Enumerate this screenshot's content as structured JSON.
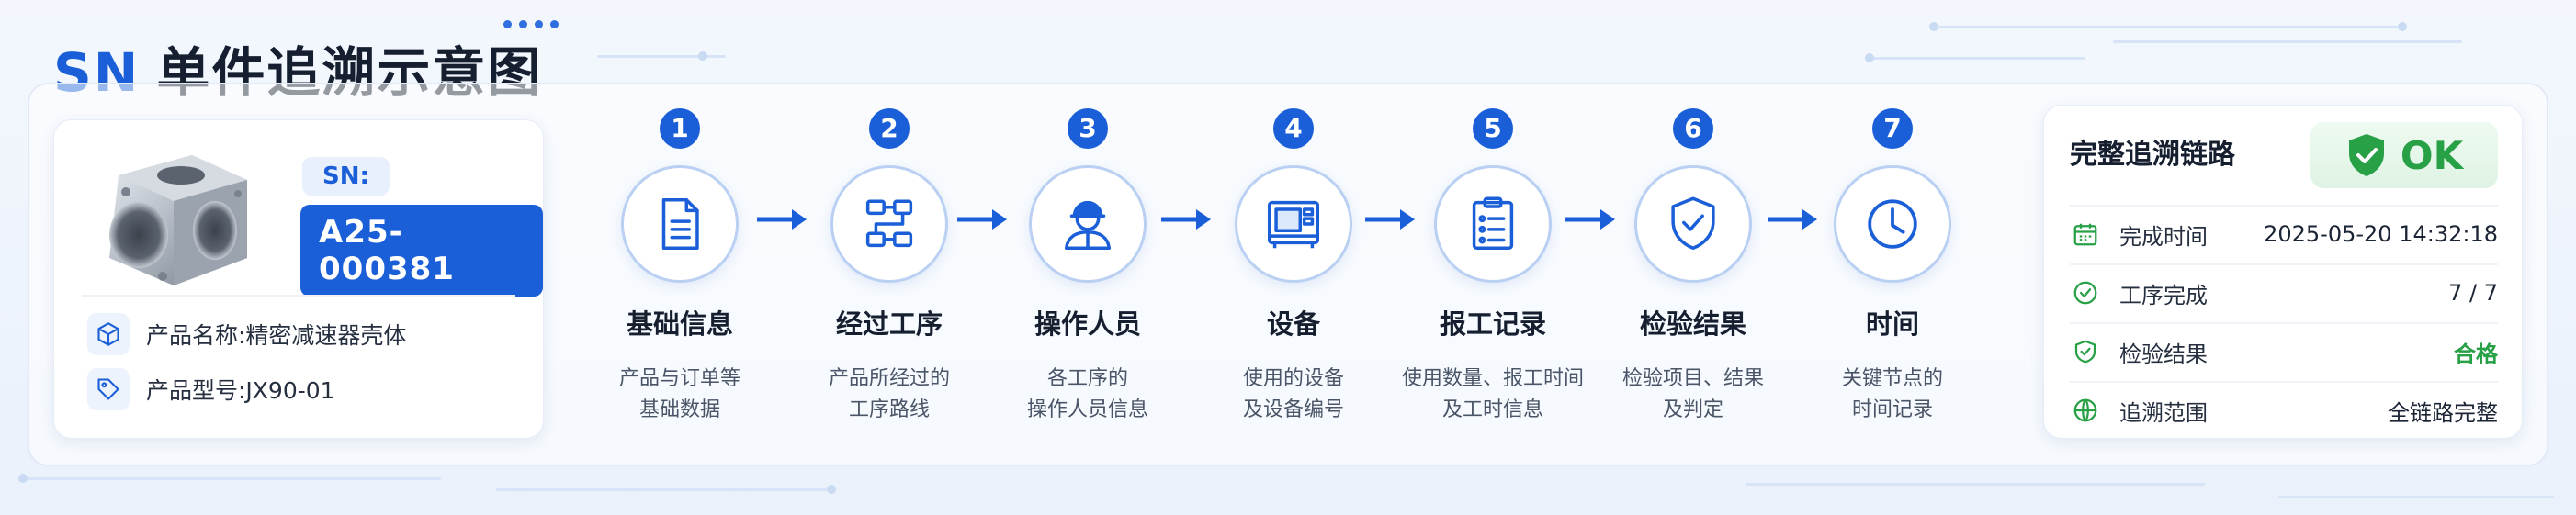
{
  "header": {
    "title_prefix": "SN",
    "title_main": "单件追溯示意图"
  },
  "product": {
    "sn_label": "SN:",
    "sn_value": "A25-000381",
    "name_row": "产品名称:精密减速器壳体",
    "model_row": "产品型号:JX90-01"
  },
  "steps": [
    {
      "num": "1",
      "name": "基础信息",
      "desc": "产品与订单等\n基础数据",
      "icon": "document-icon"
    },
    {
      "num": "2",
      "name": "经过工序",
      "desc": "产品所经过的\n工序路线",
      "icon": "flowchart-icon"
    },
    {
      "num": "3",
      "name": "操作人员",
      "desc": "各工序的\n操作人员信息",
      "icon": "worker-icon"
    },
    {
      "num": "4",
      "name": "设备",
      "desc": "使用的设备\n及设备编号",
      "icon": "machine-icon"
    },
    {
      "num": "5",
      "name": "报工记录",
      "desc": "使用数量、报工时间\n及工时信息",
      "icon": "clipboard-icon"
    },
    {
      "num": "6",
      "name": "检验结果",
      "desc": "检验项目、结果\n及判定",
      "icon": "shield-check-icon"
    },
    {
      "num": "7",
      "name": "时间",
      "desc": "关键节点的\n时间记录",
      "icon": "clock-icon"
    }
  ],
  "result": {
    "title": "完整追溯链路",
    "badge": "OK",
    "rows": [
      {
        "label": "完成时间",
        "value": "2025-05-20 14:32:18",
        "icon": "calendar-icon"
      },
      {
        "label": "工序完成",
        "value": "7 / 7",
        "icon": "check-circle-icon"
      },
      {
        "label": "检验结果",
        "value": "合格",
        "icon": "shield-check-icon"
      },
      {
        "label": "追溯范围",
        "value": "全链路完整",
        "icon": "globe-icon"
      }
    ]
  },
  "colors": {
    "primary": "#1a5fd8",
    "success": "#27a046"
  }
}
